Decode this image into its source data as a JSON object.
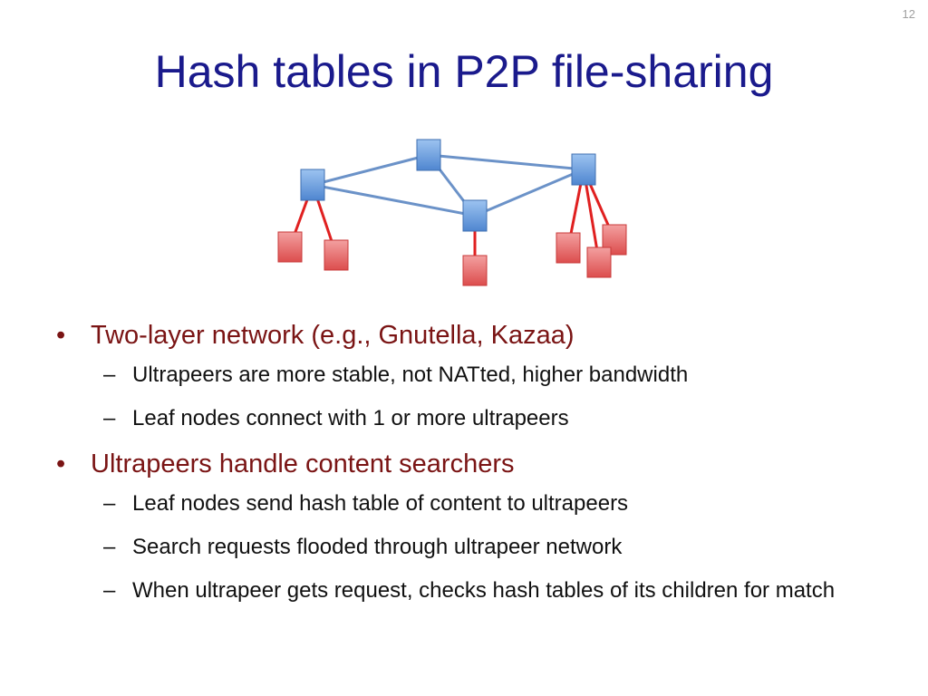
{
  "slide": {
    "number": "12",
    "title": "Hash tables in P2P file-sharing"
  },
  "bullets": [
    {
      "text": "Two-layer network (e.g., Gnutella, Kazaa)",
      "sub": [
        "Ultrapeers are more stable, not NATted, higher bandwidth",
        "Leaf nodes connect with 1 or more ultrapeers"
      ]
    },
    {
      "text": "Ultrapeers handle content searchers",
      "sub": [
        "Leaf nodes send hash table of content to ultrapeers",
        "Search requests flooded through ultrapeer network",
        "When ultrapeer gets request, checks hash tables of its children for match"
      ]
    }
  ],
  "diagram": {
    "ultrapeer_color": "#5b9bd5",
    "leaf_color": "#e05a5a",
    "ultrapeer_link_color": "#6b92c8",
    "leaf_link_color": "#e02020"
  }
}
